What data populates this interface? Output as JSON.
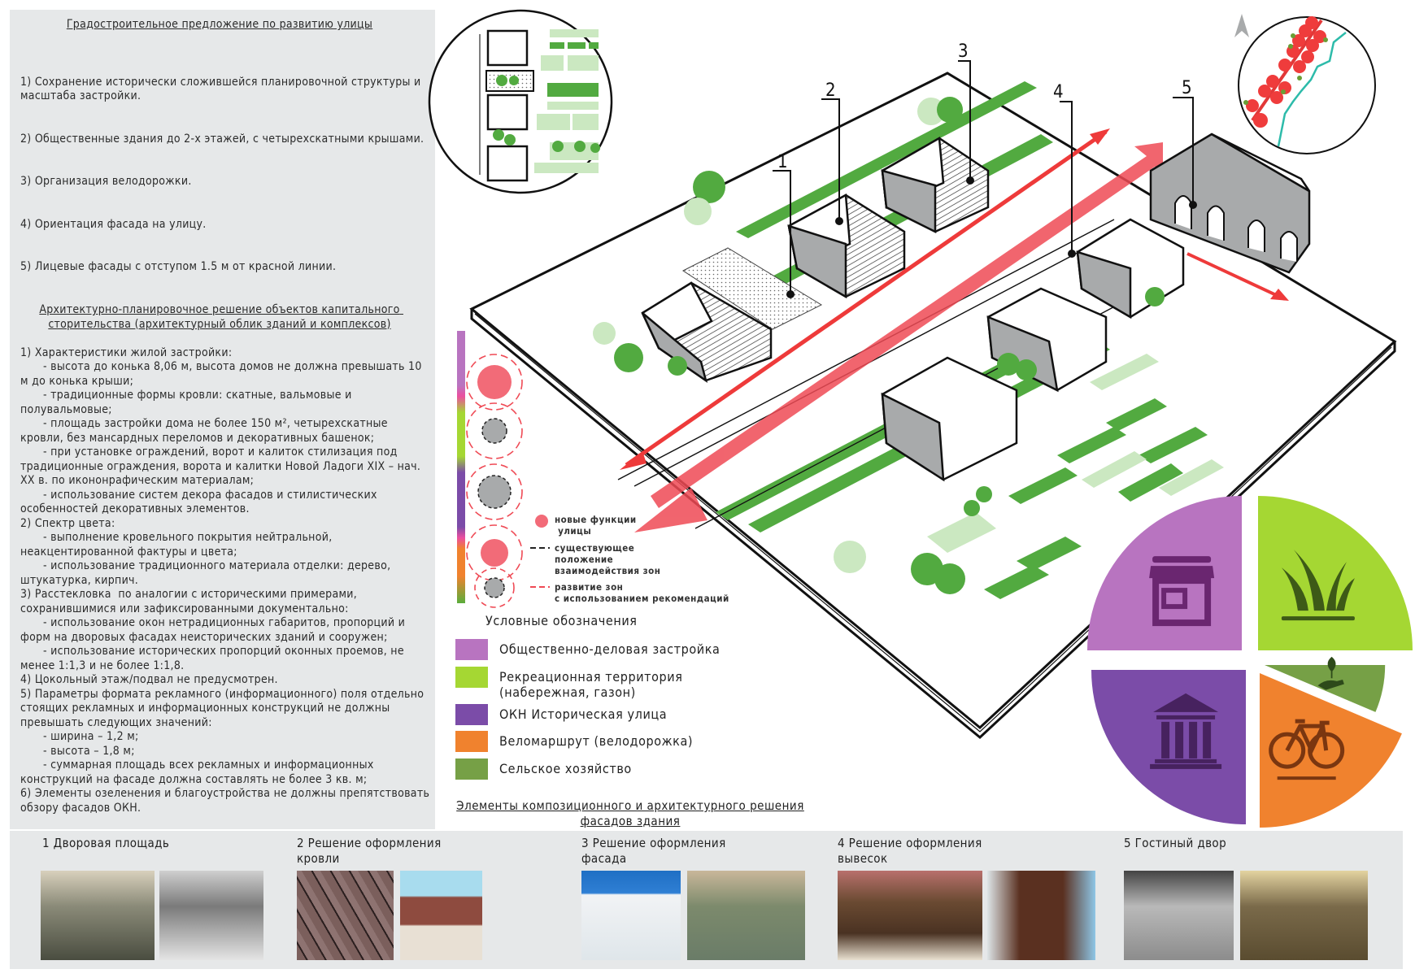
{
  "left_panel": {
    "heading1": "Градостроительное предложение по развитию улицы",
    "list1": [
      "1) Сохранение исторически сложившейся планировочной структуры и масштаба застройки.",
      "2) Общественные здания до 2-х этажей, с четырехскатными крышами.",
      "3) Организация велодорожки.",
      "4) Ориентация фасада на улицу.",
      "5) Лицевые фасады с отступом 1.5 м от красной линии."
    ],
    "heading2": "Архитектурно-планировочное решение объектов капитального сторительства (архитектурный облик зданий и комплексов)",
    "list2": [
      {
        "text": "1) Характеристики жилой застройки:",
        "sub": false
      },
      {
        "text": "- высота до конька 8,06 м, высота домов не должна превышать 10 м до конька крыши;",
        "sub": true
      },
      {
        "text": "- традиционные формы кровли: скатные, вальмовые и полувальмовые;",
        "sub": true
      },
      {
        "text": "- площадь застройки дома не более 150 м², четырехскатные кровли, без мансардных переломов и декоративных башенок;",
        "sub": true
      },
      {
        "text": "- при установке ограждений, ворот и калиток стилизация под традиционные ограждения, ворота и калитки Новой Ладоги XIX – нач. XX в. по икононрафическим материалам;",
        "sub": true
      },
      {
        "text": "- использование систем декора фасадов и стилистических особенностей декоративных элементов.",
        "sub": true
      },
      {
        "text": "2) Спектр цвета:",
        "sub": false
      },
      {
        "text": "- выполнение кровельного покрытия нейтральной, неакцентированной фактуры и цвета;",
        "sub": true
      },
      {
        "text": "- использование традиционного материала отделки: дерево, штукатурка, кирпич.",
        "sub": true
      },
      {
        "text": "3) Расстекловка  по аналогии с историческими примерами, сохранившимися или зафиксированными документально:",
        "sub": false
      },
      {
        "text": "- использование окон нетрадиционных габаритов, пропорций и форм на дворовых фасадах неисторических зданий и сооружен;",
        "sub": true
      },
      {
        "text": "- использование исторических пропорций оконных проемов, не менее 1:1,3 и не более 1:1,8.",
        "sub": true
      },
      {
        "text": "4) Цокольный этаж/подвал не предусмотрен.",
        "sub": false
      },
      {
        "text": "5) Параметры формата рекламного (информационного) поля отдельно стоящих рекламных и информационных конструкций не должны превышать следующих значений:",
        "sub": false
      },
      {
        "text": "- ширина – 1,2 м;",
        "sub": true
      },
      {
        "text": "- высота – 1,8 м;",
        "sub": true
      },
      {
        "text": "- суммарная площадь всех рекламных и информационных конструкций на фасаде должна составлять не более 3 кв. м;",
        "sub": true
      },
      {
        "text": "6) Элементы озеленения и благоустройства не должны препятствовать обзору фасадов ОКН.",
        "sub": false
      }
    ]
  },
  "diagram": {
    "building_numbers": [
      "1",
      "2",
      "3",
      "4",
      "5"
    ],
    "zone_key": {
      "new_functions": "новые функции\n улицы",
      "existing": "существующее\nположение\nвзаимодействия зон",
      "development": "развитие зон\nс использованием рекомендаций"
    },
    "spectrum_colors": [
      "#b874c0",
      "#a5d733",
      "#7b4ca8",
      "#f0822e",
      "#5aad3c"
    ]
  },
  "legend": {
    "title": "Условные обозначения",
    "items": [
      {
        "label": "Общественно-деловая застройка",
        "color": "#b874c0"
      },
      {
        "label": "Рекреационная территория\n(набережная, газон)",
        "color": "#a5d733"
      },
      {
        "label": "ОКН Историческая улица",
        "color": "#7b4ca8"
      },
      {
        "label": "Веломаршрут (велодорожка)",
        "color": "#f0822e"
      },
      {
        "label": "Сельское хозяйство",
        "color": "#76a046"
      }
    ]
  },
  "pie": {
    "segments": [
      {
        "name": "public-business",
        "icon": "shop-icon",
        "color": "#b874c0",
        "icon_color": "#6a2670"
      },
      {
        "name": "recreation",
        "icon": "grass-icon",
        "color": "#a5d733",
        "icon_color": "#3d5a17"
      },
      {
        "name": "historic-street",
        "icon": "museum-icon",
        "color": "#7b4ca8",
        "icon_color": "#47225f"
      },
      {
        "name": "bike-route",
        "icon": "bicycle-icon",
        "color": "#f0822e",
        "icon_color": "#7a3610"
      },
      {
        "name": "agriculture",
        "icon": "plant-hand-icon",
        "color": "#76a046",
        "icon_color": "#2d4a1a"
      }
    ]
  },
  "bottom": {
    "title": "Элементы композиционного и архитектурного решения фасадов здания",
    "refs": [
      {
        "label": "1 Дворовая площадь"
      },
      {
        "label": "2 Решение оформления кровли"
      },
      {
        "label": "3 Решение оформления фасада"
      },
      {
        "label": "4 Решение оформления вывесок"
      },
      {
        "label": "5 Гостиный двор"
      }
    ]
  }
}
